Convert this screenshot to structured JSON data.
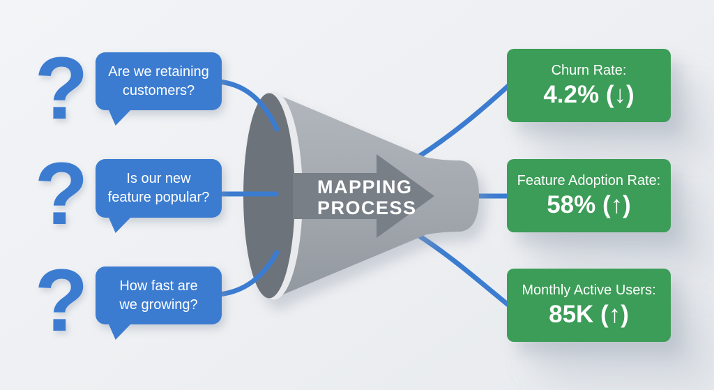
{
  "diagram_title": "Mapping Process funnel diagram",
  "colors": {
    "background": "#edeff2",
    "blue_accent": "#3b7cd1",
    "green_accent": "#3b9d57",
    "funnel_body": "#a6abb1",
    "funnel_mouth": "#6d737a",
    "funnel_arrow": "#787f87",
    "text_on_fill": "#ffffff"
  },
  "icons": {
    "question_mark": "?"
  },
  "questions": [
    {
      "line1": "Are we retaining",
      "line2": "customers?"
    },
    {
      "line1": "Is our new",
      "line2": "feature popular?"
    },
    {
      "line1": "How fast are",
      "line2": "we growing?"
    }
  ],
  "funnel": {
    "line1": "MAPPING",
    "line2": "PROCESS"
  },
  "metrics": [
    {
      "label": "Churn Rate:",
      "value": "4.2% (↓)"
    },
    {
      "label": "Feature Adoption Rate:",
      "value": "58% (↑)"
    },
    {
      "label": "Monthly Active Users:",
      "value": "85K (↑)"
    }
  ]
}
